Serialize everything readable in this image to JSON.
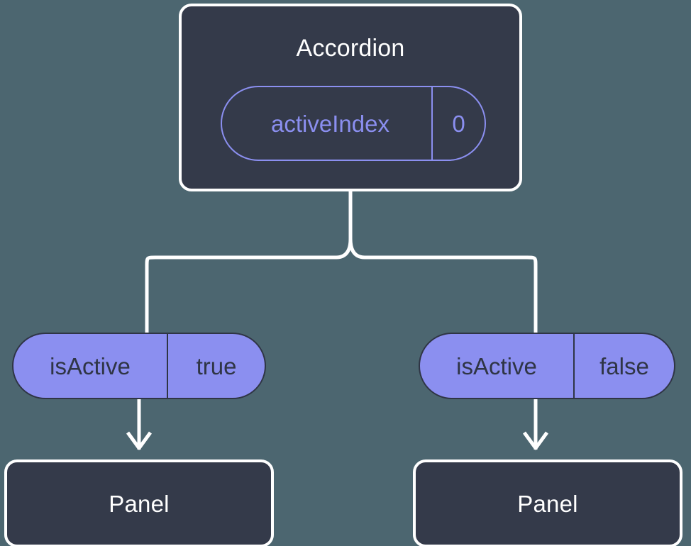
{
  "diagram": {
    "background_color": "#4c6670",
    "connector_color": "#ffffff",
    "node_fill": "#343a4a",
    "accent_purple": "#8b8ff0",
    "dark_text": "#2f3545"
  },
  "root": {
    "title": "Accordion",
    "state_chip": {
      "key": "activeIndex",
      "value": "0"
    }
  },
  "branches": [
    {
      "side": "left",
      "prop_chip": {
        "key": "isActive",
        "value": "true"
      },
      "child": {
        "title": "Panel"
      }
    },
    {
      "side": "right",
      "prop_chip": {
        "key": "isActive",
        "value": "false"
      },
      "child": {
        "title": "Panel"
      }
    }
  ]
}
